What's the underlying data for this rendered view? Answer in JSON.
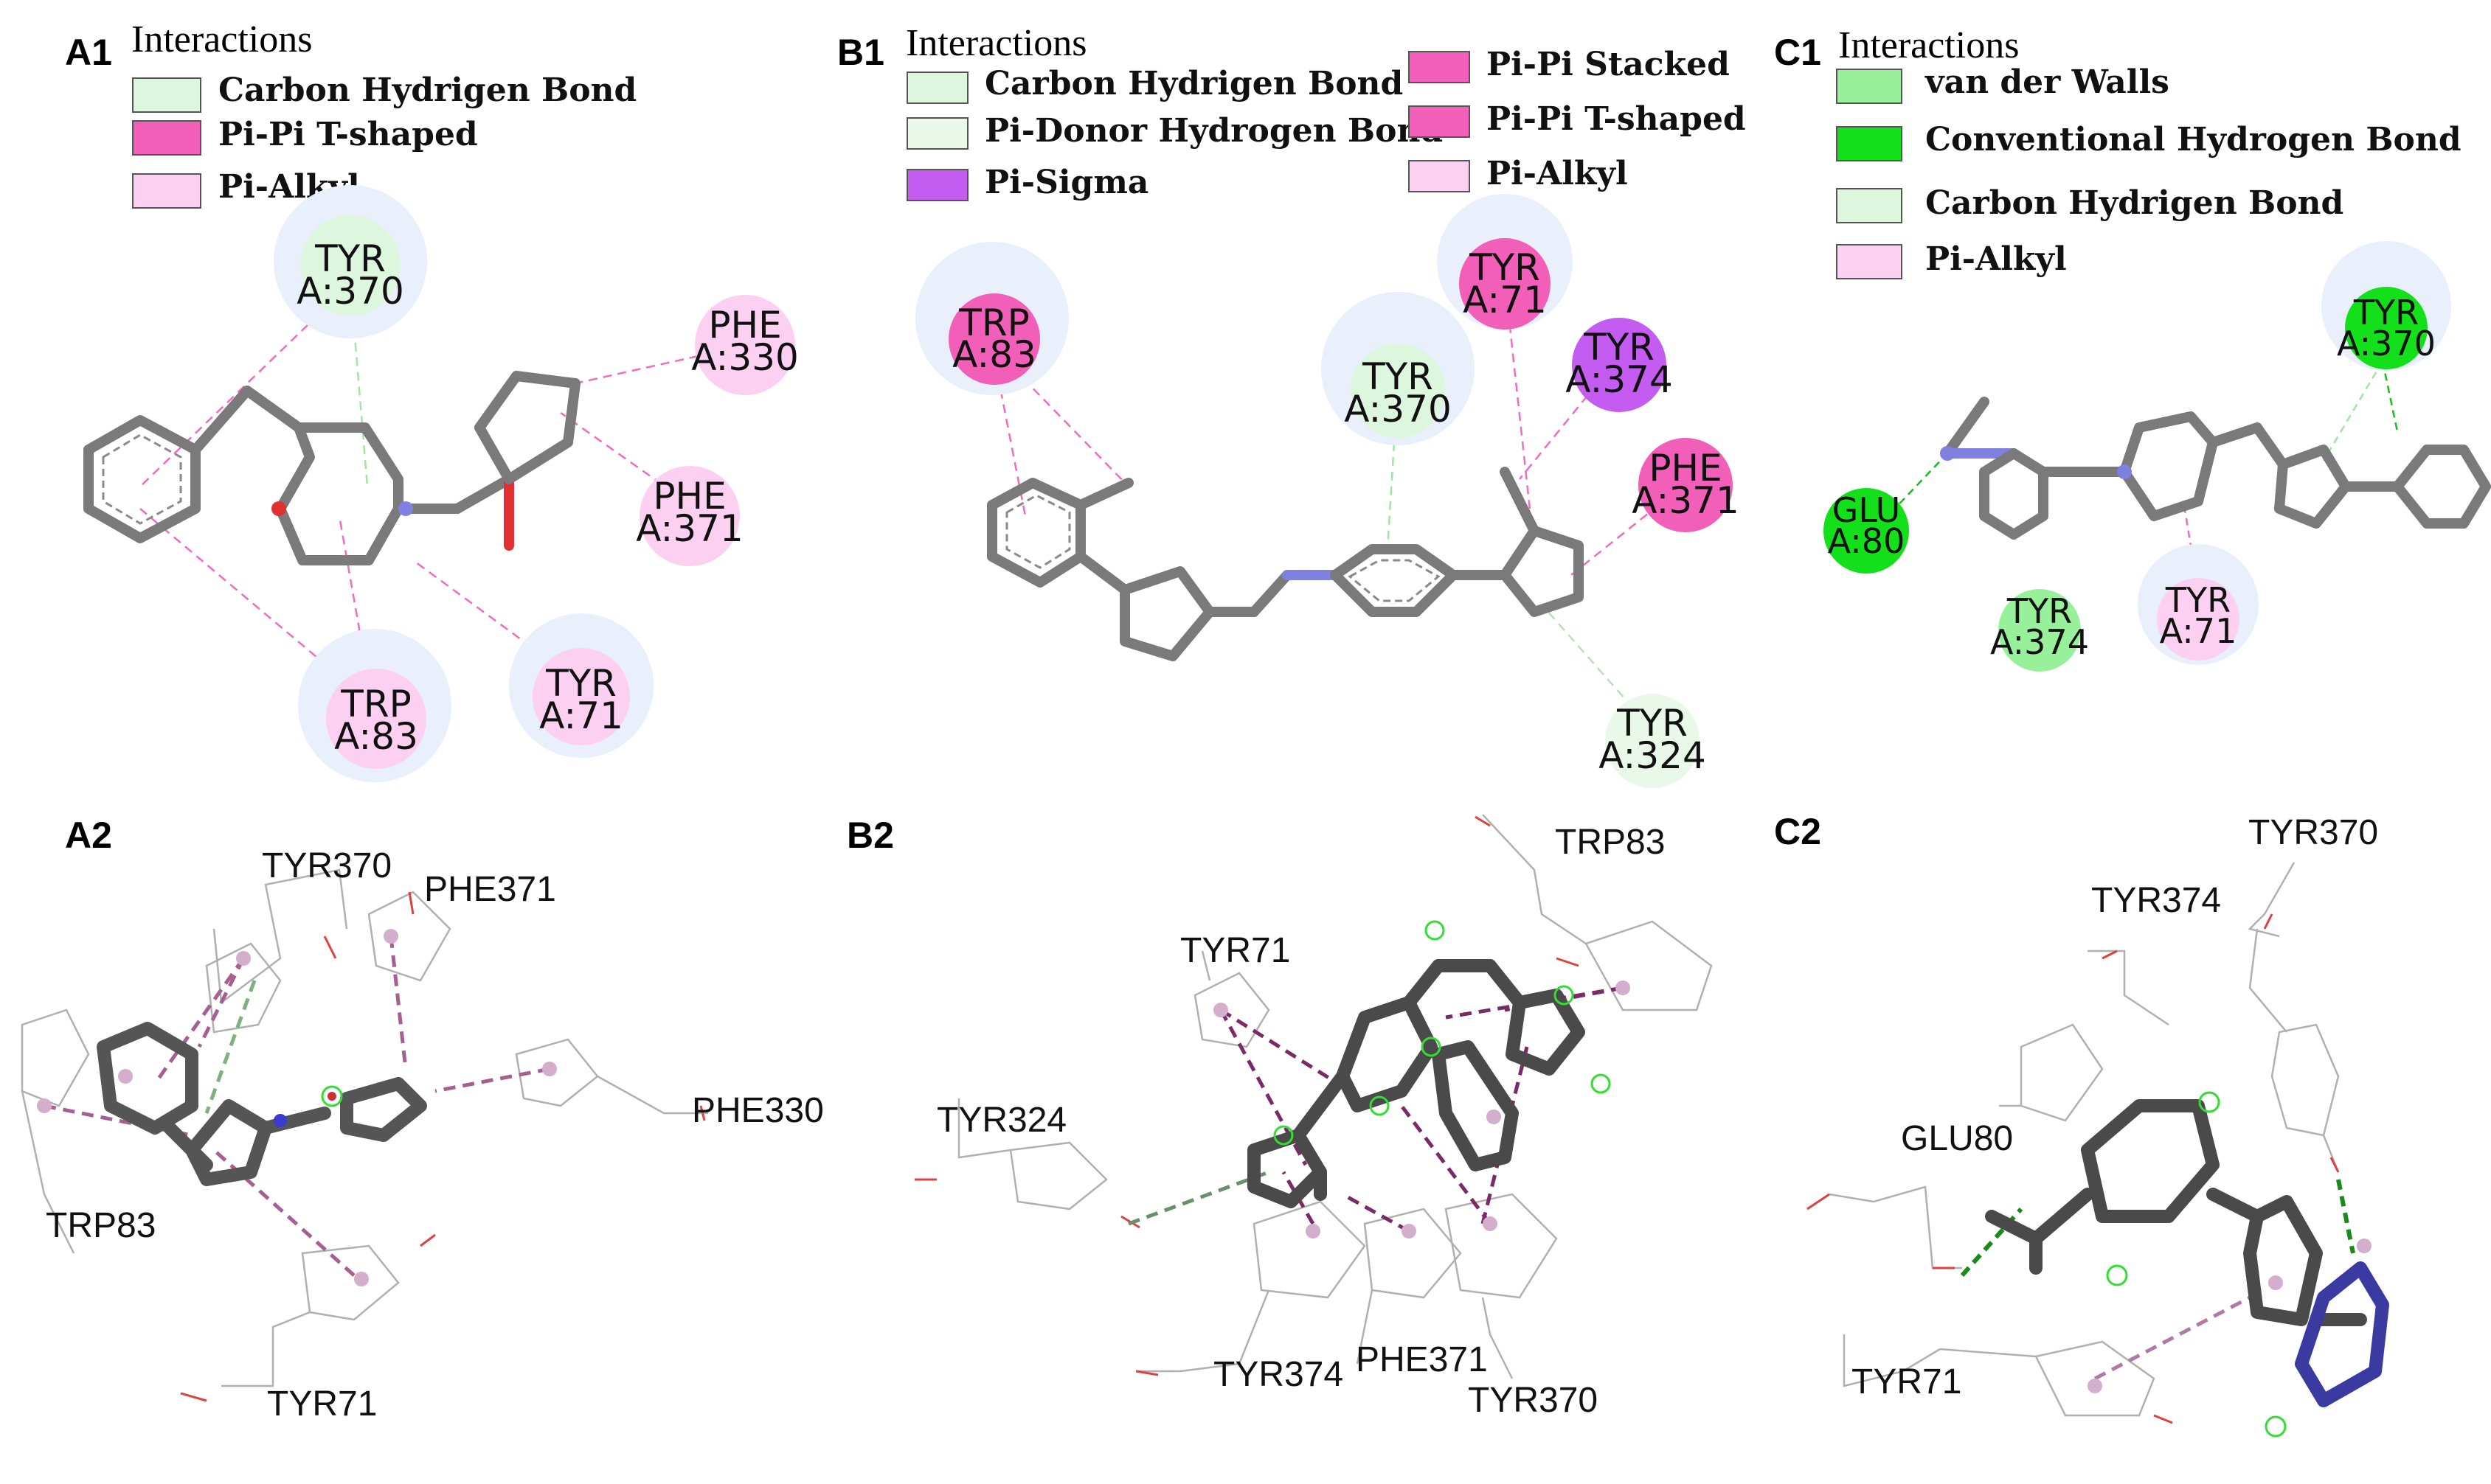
{
  "colors": {
    "van_der_waals": "#98f09a",
    "conventional_hbond": "#13e01a",
    "carbon_hbond": "#dcf7dd",
    "pi_donor_hbond": "#eaf8ea",
    "pi_sigma": "#c45cf2",
    "pi_pi": "#f25fb8",
    "pi_alkyl": "#fcd0f0",
    "halo": "#e9effb",
    "bond_gray": "#7a7a7a",
    "nitrogen": "#8080e0",
    "oxygen": "#e03030"
  },
  "panels": {
    "a1": {
      "tag": "A1",
      "legend_title": "Interactions",
      "legend": [
        {
          "label": "Carbon Hydrigen Bond",
          "type": "carbon_hbond"
        },
        {
          "label": "Pi-Pi T-shaped",
          "type": "pi_pi"
        },
        {
          "label": "Pi-Alkyl",
          "type": "pi_alkyl"
        }
      ],
      "residues": [
        {
          "name": "TYR",
          "pos": "A:370",
          "type": "carbon_hbond"
        },
        {
          "name": "PHE",
          "pos": "A:330",
          "type": "pi_alkyl"
        },
        {
          "name": "PHE",
          "pos": "A:371",
          "type": "pi_alkyl"
        },
        {
          "name": "TRP",
          "pos": "A:83",
          "type": "pi_alkyl"
        },
        {
          "name": "TYR",
          "pos": "A:71",
          "type": "pi_alkyl"
        }
      ]
    },
    "b1": {
      "tag": "B1",
      "legend_title": "Interactions",
      "legend": [
        {
          "label": "Carbon Hydrigen Bond",
          "type": "carbon_hbond"
        },
        {
          "label": "Pi-Donor Hydrogen Bond",
          "type": "pi_donor_hbond"
        },
        {
          "label": "Pi-Sigma",
          "type": "pi_sigma"
        },
        {
          "label": "Pi-Pi Stacked",
          "type": "pi_pi"
        },
        {
          "label": "Pi-Pi T-shaped",
          "type": "pi_pi"
        },
        {
          "label": "Pi-Alkyl",
          "type": "pi_alkyl"
        }
      ],
      "residues": [
        {
          "name": "TRP",
          "pos": "A:83",
          "type": "pi_pi"
        },
        {
          "name": "TYR",
          "pos": "A:370",
          "type": "carbon_hbond"
        },
        {
          "name": "TYR",
          "pos": "A:71",
          "type": "pi_pi"
        },
        {
          "name": "TYR",
          "pos": "A:374",
          "type": "pi_sigma"
        },
        {
          "name": "PHE",
          "pos": "A:371",
          "type": "pi_pi"
        },
        {
          "name": "TYR",
          "pos": "A:324",
          "type": "pi_donor_hbond"
        }
      ]
    },
    "c1": {
      "tag": "C1",
      "legend_title": "Interactions",
      "legend": [
        {
          "label": "van der Walls",
          "type": "van_der_waals"
        },
        {
          "label": "Conventional Hydrogen Bond",
          "type": "conventional_hbond"
        },
        {
          "label": "Carbon Hydrigen Bond",
          "type": "carbon_hbond"
        },
        {
          "label": "Pi-Alkyl",
          "type": "pi_alkyl"
        }
      ],
      "residues": [
        {
          "name": "TYR",
          "pos": "A:370",
          "type": "conventional_hbond"
        },
        {
          "name": "GLU",
          "pos": "A:80",
          "type": "conventional_hbond"
        },
        {
          "name": "TYR",
          "pos": "A:374",
          "type": "van_der_waals"
        },
        {
          "name": "TYR",
          "pos": "A:71",
          "type": "pi_alkyl"
        }
      ]
    },
    "a2": {
      "tag": "A2",
      "labels": [
        "TYR370",
        "PHE371",
        "PHE330",
        "TRP83",
        "TYR71"
      ]
    },
    "b2": {
      "tag": "B2",
      "labels": [
        "TRP83",
        "TYR71",
        "TYR324",
        "TYR374",
        "PHE371",
        "TYR370"
      ]
    },
    "c2": {
      "tag": "C2",
      "labels": [
        "TYR370",
        "TYR374",
        "GLU80",
        "TYR71"
      ]
    }
  }
}
